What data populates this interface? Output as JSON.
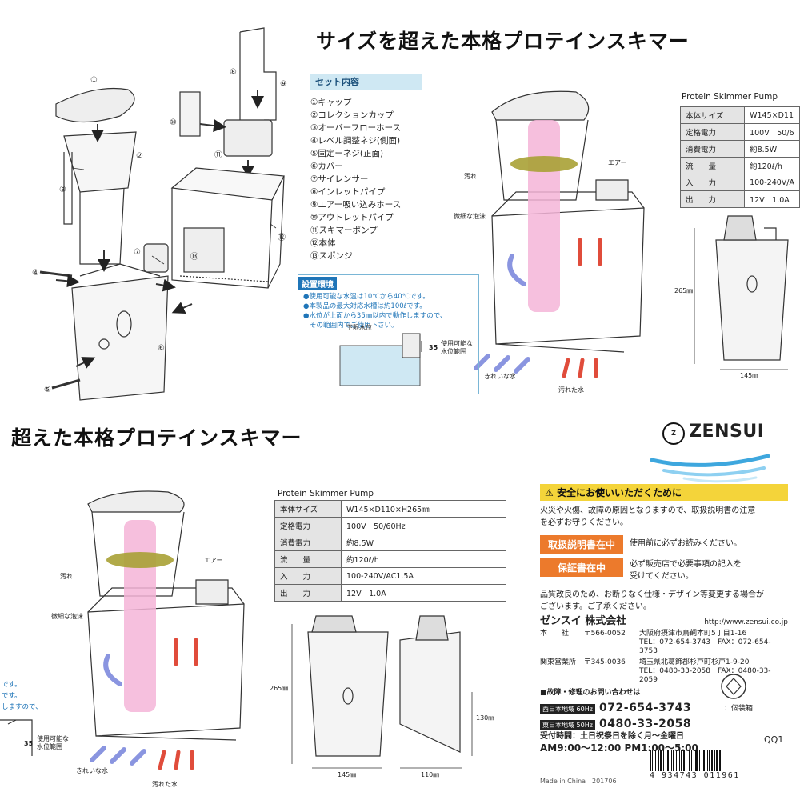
{
  "top_title": "サイズを超えた本格プロテインスキマー",
  "bottom_title": "超えた本格プロテインスキマー",
  "parts_numbers": [
    "①",
    "②",
    "③",
    "④",
    "⑤",
    "⑥",
    "⑦",
    "⑧",
    "⑨",
    "⑩",
    "⑪",
    "⑫",
    "⑬"
  ],
  "set_contents": {
    "title": "セット内容",
    "items": [
      "①キャップ",
      "②コレクションカップ",
      "③オーバーフローホース",
      "④レベル調整ネジ(側面)",
      "⑤固定ーネジ(正面)",
      "⑥カバー",
      "⑦サイレンサー",
      "⑧インレットパイプ",
      "⑨エアー吸い込みホース",
      "⑩アウトレットパイプ",
      "⑪スキマーポンプ",
      "⑫本体",
      "⑬スポンジ"
    ]
  },
  "install_env": {
    "title": "設置環境",
    "lines": [
      "●使用可能な水温は10℃から40℃です。",
      "●本製品の最大対応水槽は約100ℓです。",
      "●水位が上面から35㎜以内で動作しますので、",
      "その範囲内でご使用下さい。"
    ],
    "lower_level": "下限水位",
    "dim": "35",
    "range_label_1": "使用可能な",
    "range_label_2": "水位範囲"
  },
  "callouts": {
    "dirt": "汚れ",
    "bubbles": "微細な泡沫",
    "air": "エアー",
    "clean_water": "きれいな水",
    "dirty_water": "汚れた水"
  },
  "spec_top": {
    "title": "Protein Skimmer Pump",
    "rows": [
      {
        "k": "本体サイズ",
        "v": "W145×D11"
      },
      {
        "k": "定格電力",
        "v": "100V　50/6"
      },
      {
        "k": "消費電力",
        "v": "約8.5W"
      },
      {
        "k": "流　　量",
        "v": "約120ℓ/h"
      },
      {
        "k": "入　　力",
        "v": "100-240V/A"
      },
      {
        "k": "出　　力",
        "v": "12V　1.0A"
      }
    ],
    "dim_h": "265㎜",
    "dim_w": "145㎜"
  },
  "spec_bottom": {
    "title": "Protein Skimmer Pump",
    "rows": [
      {
        "k": "本体サイズ",
        "v": "W145×D110×H265㎜"
      },
      {
        "k": "定格電力",
        "v": "100V　50/60Hz"
      },
      {
        "k": "消費電力",
        "v": "約8.5W"
      },
      {
        "k": "流　　量",
        "v": "約120ℓ/h"
      },
      {
        "k": "入　　力",
        "v": "100-240V/AC1.5A"
      },
      {
        "k": "出　　力",
        "v": "12V　1.0A"
      }
    ],
    "dim_h": "265㎜",
    "dim_w1": "145㎜",
    "dim_w2": "110㎜",
    "dim_h2": "130㎜"
  },
  "left_partial": {
    "l1": "です。",
    "l2": "です。",
    "l3": "しますので、",
    "dim": "35",
    "r1": "使用可能な",
    "r2": "水位範囲"
  },
  "brand": "ZENSUI",
  "safety": {
    "header": "安全にお使いいただくために",
    "intro_1": "火災や火傷、故障の原因となりますので、取扱説明書の注意",
    "intro_2": "を必ずお守りください。",
    "manual_badge": "取扱説明書在中",
    "manual_note": "使用前に必ずお読みください。",
    "warranty_badge": "保証書在中",
    "warranty_note_1": "必ず販売店で必要事項の記入を",
    "warranty_note_2": "受けてください。",
    "notice_1": "品質改良のため、お断りなく仕様・デザイン等変更する場合が",
    "notice_2": "ございます。ご了承ください。"
  },
  "company": {
    "name": "ゼンスイ 株式会社",
    "url": "http://www.zensui.co.jp",
    "hq_label": "本　　社",
    "hq_zip": "〒566-0052",
    "hq_addr": "大阪府摂津市鳥飼本町5丁目1-16",
    "hq_tel": "TEL：072-654-3743　FAX：072-654-3753",
    "east_label": "関東営業所",
    "east_zip": "〒345-0036",
    "east_addr": "埼玉県北葛飾郡杉戸町杉戸1-9-20",
    "east_tel": "TEL：0480-33-2058　FAX：0480-33-2059",
    "inquiry": "■故障・修理のお問い合わせは",
    "west_tag": "西日本地域 60Hz",
    "west_phone": "072-654-3743",
    "eastj_tag": "東日本地域 50Hz",
    "eastj_phone": "0480-33-2058",
    "hours_1": "受付時間：土日祝祭日を除く月〜金曜日",
    "hours_2": "AM9:00〜12:00 PM1:00〜5:00"
  },
  "recycle_label": "：個装箱",
  "model_code": "QQ1",
  "made_in": "Made in China",
  "lot": "201706",
  "barcode": "4 934743 011961"
}
